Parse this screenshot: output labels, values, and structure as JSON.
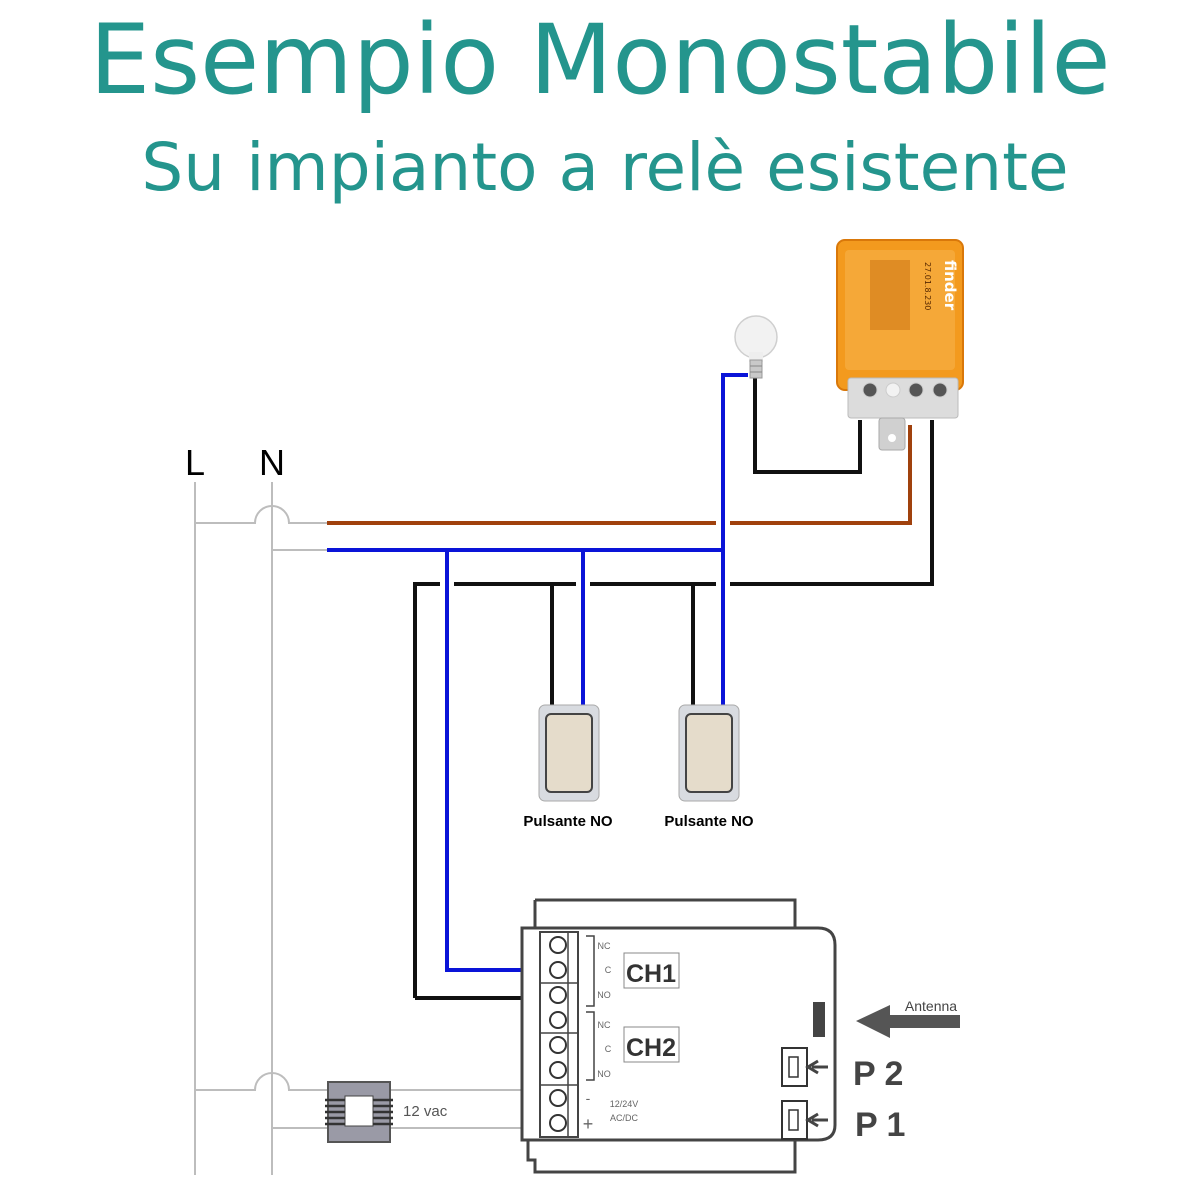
{
  "header": {
    "title": "Esempio Monostabile",
    "subtitle": "Su impianto a relè esistente"
  },
  "colors": {
    "title": "#24958d",
    "phase_wire": "#a0410d",
    "neutral_wire": "#0a14d8",
    "control_wire": "#111111",
    "mains_line": "#bdbdbd",
    "relay_body": "#f39a1e"
  },
  "mains": {
    "line_label": "L",
    "neutral_label": "N"
  },
  "relay": {
    "brand": "finder",
    "model": "27.01.8.230"
  },
  "lamp": {
    "icon": "light-bulb-icon"
  },
  "switches": [
    {
      "label": "Pulsante NO"
    },
    {
      "label": "Pulsante NO"
    }
  ],
  "transformer": {
    "label": "12 vac",
    "icon": "transformer-icon"
  },
  "module": {
    "terminals": [
      "NC",
      "C",
      "NO",
      "NC",
      "C",
      "NO"
    ],
    "ch1": "CH1",
    "ch2": "CH2",
    "power_minus": "-",
    "power_plus": "+",
    "power_voltage": "12/24V",
    "power_type": "AC/DC",
    "antenna_label": "Antenna",
    "p2": "P 2",
    "p1": "P 1"
  }
}
